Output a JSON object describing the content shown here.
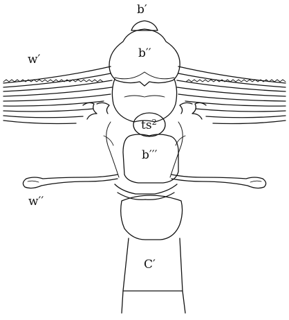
{
  "figure": {
    "labels": {
      "b1": "b′",
      "b2": "b′′",
      "b3": "b′′′",
      "ts_base": "ts",
      "ts_sup": "2",
      "w1": "w′",
      "w2": "w′′",
      "c1": "C′"
    },
    "colors": {
      "ink": "#111111",
      "paper": "#ffffff"
    }
  }
}
